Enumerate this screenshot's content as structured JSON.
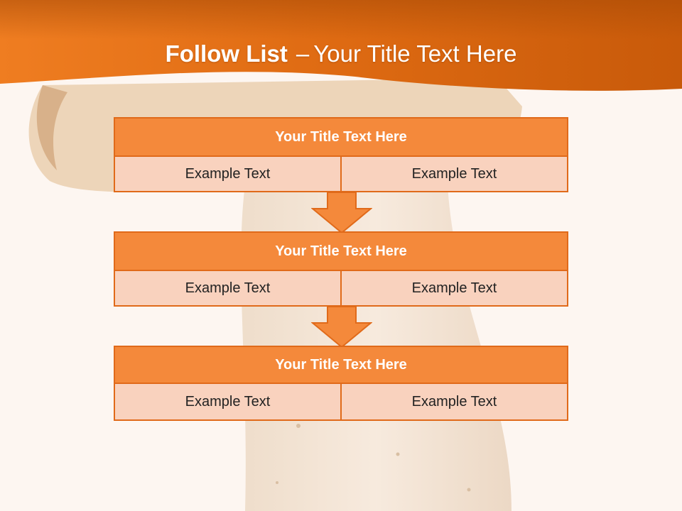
{
  "slide": {
    "title_bold": "Follow List",
    "title_separator": "–",
    "title_rest": "Your Title Text Here"
  },
  "blocks": [
    {
      "header": "Your Title Text Here",
      "left": "Example Text",
      "right": "Example Text"
    },
    {
      "header": "Your Title Text Here",
      "left": "Example Text",
      "right": "Example Text"
    },
    {
      "header": "Your Title Text Here",
      "left": "Example Text",
      "right": "Example Text"
    }
  ],
  "colors": {
    "header_band": "#e8721f",
    "block_header": "#f4893b",
    "block_row": "#f9d2be",
    "border": "#e06a1a",
    "background": "#fdf6f1"
  },
  "icons": [
    "down-arrow-icon",
    "mushroom-background"
  ]
}
